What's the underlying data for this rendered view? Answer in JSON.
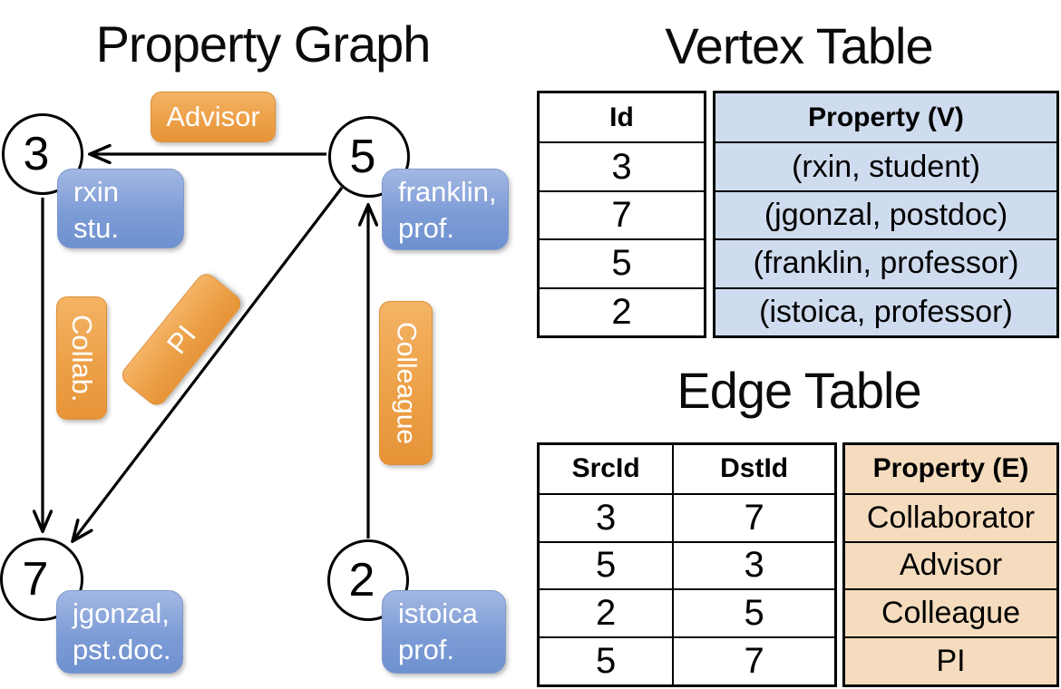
{
  "graph": {
    "title": "Property Graph",
    "vertices": [
      {
        "id": "3",
        "line1": "rxin",
        "line2": "stu."
      },
      {
        "id": "5",
        "line1": "franklin,",
        "line2": "prof."
      },
      {
        "id": "7",
        "line1": "jgonzal,",
        "line2": "pst.doc."
      },
      {
        "id": "2",
        "line1": "istoica",
        "line2": "prof."
      }
    ],
    "edge_labels": {
      "advisor": "Advisor",
      "collab": "Collab.",
      "pi": "PI",
      "colleague": "Colleague"
    }
  },
  "vertex_table": {
    "title": "Vertex Table",
    "columns": {
      "id": "Id",
      "property": "Property (V)"
    },
    "rows": [
      {
        "id": "3",
        "property": "(rxin, student)"
      },
      {
        "id": "7",
        "property": "(jgonzal, postdoc)"
      },
      {
        "id": "5",
        "property": "(franklin, professor)"
      },
      {
        "id": "2",
        "property": "(istoica, professor)"
      }
    ]
  },
  "edge_table": {
    "title": "Edge Table",
    "columns": {
      "src": "SrcId",
      "dst": "DstId",
      "property": "Property (E)"
    },
    "rows": [
      {
        "src": "3",
        "dst": "7",
        "property": "Collaborator"
      },
      {
        "src": "5",
        "dst": "3",
        "property": "Advisor"
      },
      {
        "src": "2",
        "dst": "5",
        "property": "Colleague"
      },
      {
        "src": "5",
        "dst": "7",
        "property": "PI"
      }
    ]
  },
  "colors": {
    "line": "#000000",
    "node_fill": "#ffffff",
    "vertex_label_blue_top": "#A3B8E3",
    "vertex_label_blue_bottom": "#6E91CF",
    "edge_label_orange_top": "#F4B365",
    "edge_label_orange_bottom": "#E79438",
    "vertex_property_bg": "#CFDBEE",
    "edge_property_bg": "#F5DCBE"
  }
}
